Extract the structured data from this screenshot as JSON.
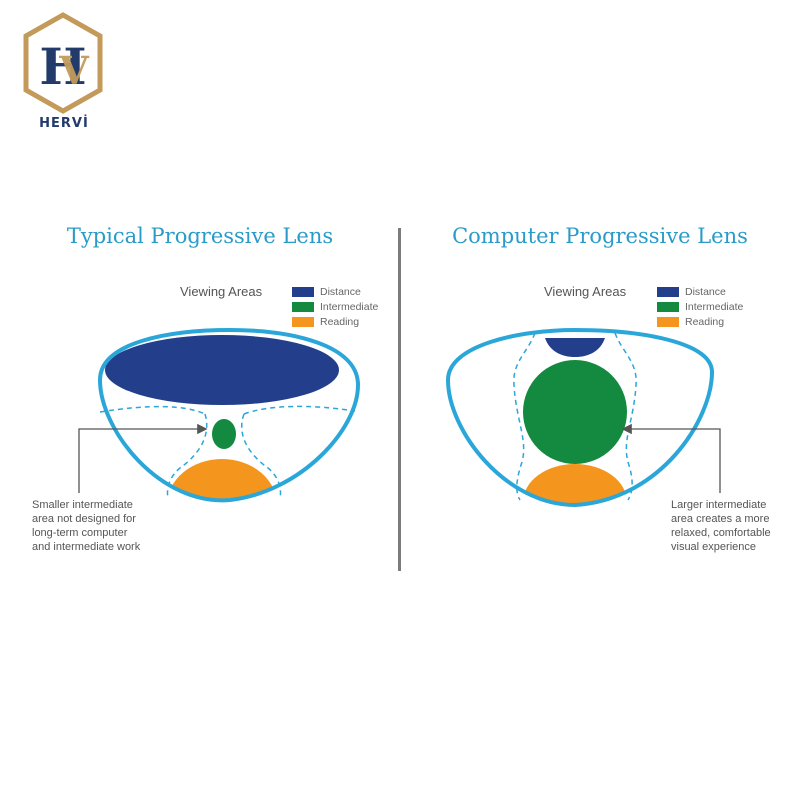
{
  "brand": {
    "name": "HERVİ",
    "monogram": "HV",
    "colors": {
      "navy": "#223b6b",
      "gold": "#c39a5a"
    }
  },
  "panels": [
    {
      "title": "Typical Progressive Lens",
      "viewing_areas_label": "Viewing Areas",
      "legend": [
        {
          "label": "Distance",
          "color": "#233e8b"
        },
        {
          "label": "Intermediate",
          "color": "#138a3f"
        },
        {
          "label": "Reading",
          "color": "#f4961e"
        }
      ],
      "annotation": [
        "Smaller intermediate",
        "area not designed for",
        "long-term computer",
        "and intermediate work"
      ]
    },
    {
      "title": "Computer Progressive Lens",
      "viewing_areas_label": "Viewing Areas",
      "legend": [
        {
          "label": "Distance",
          "color": "#233e8b"
        },
        {
          "label": "Intermediate",
          "color": "#138a3f"
        },
        {
          "label": "Reading",
          "color": "#f4961e"
        }
      ],
      "annotation": [
        "Larger intermediate",
        "area creates a more",
        "relaxed, comfortable",
        "visual experience"
      ]
    }
  ],
  "colors": {
    "lens_outline": "#2aa6d9",
    "title": "#2a9bc8",
    "divider": "#7c7c7c",
    "arrow": "#555555"
  }
}
